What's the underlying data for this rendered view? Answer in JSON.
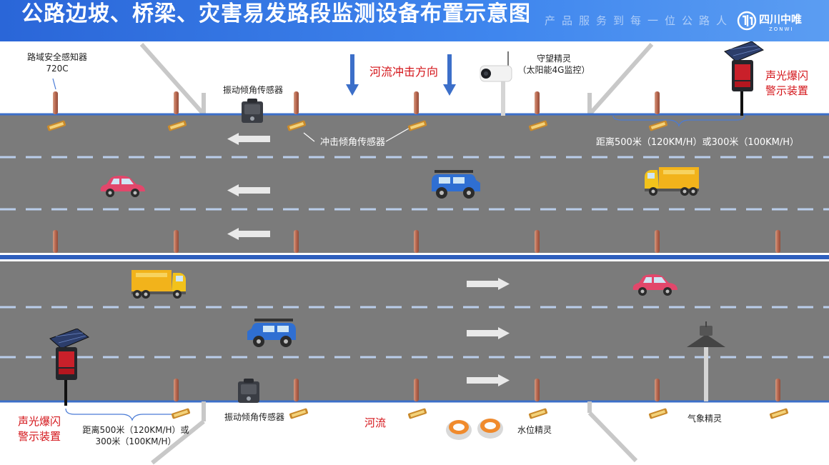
{
  "header": {
    "title": "公路边坡、桥梁、灾害易发路段监测设备布置示意图",
    "slogan": "产品服务到每一位公路人",
    "brand_name": "四川中唯",
    "brand_sub": "ZONWI"
  },
  "labels": {
    "roadside_sensor": "路域安全感知器",
    "roadside_model": "720C",
    "tilt_sensor_top": "振动倾角传感器",
    "impact_sensor": "冲击倾角传感器",
    "flow_direction": "河流冲击方向",
    "camera_name": "守望精灵",
    "camera_sub": "（太阳能4G监控）",
    "alarm_top_1": "声光爆闪",
    "alarm_top_2": "警示装置",
    "distance_top": "距离500米（120KM/H）或300米（100KM/H）",
    "alarm_bottom_1": "声光爆闪",
    "alarm_bottom_2": "警示装置",
    "distance_bottom_1": "距离500米（120KM/H）或",
    "distance_bottom_2": "300米（100KM/H）",
    "tilt_sensor_bottom": "振动倾角传感器",
    "river": "河流",
    "water_level": "水位精灵",
    "weather": "气象精灵"
  },
  "colors": {
    "header": "#2a66d8",
    "road": "#7b7b7b",
    "median": "#2e5fbd",
    "lane_dash": "#b9cdea",
    "accent_text": "#d4151a",
    "direction_arrow": "#3c6fc9"
  },
  "icons": {
    "car_red": "car-icon",
    "jeep_blue": "jeep-icon",
    "truck_yellow": "truck-icon",
    "solar_alarm": "solar-alarm-icon",
    "camera": "camera-icon",
    "weather_station": "weather-station-icon",
    "water_level_sensor": "water-level-icon",
    "tilt_sensor": "tilt-sensor-icon"
  }
}
